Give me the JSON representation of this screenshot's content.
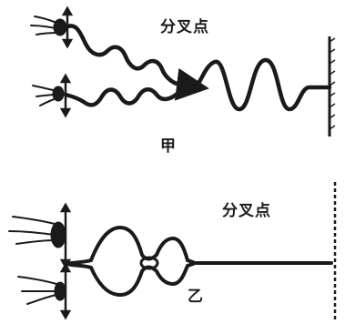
{
  "diagram_a": {
    "fork_label": "分叉点",
    "caption": "甲"
  },
  "diagram_b": {
    "fork_label": "分叉点",
    "caption": "乙"
  },
  "colors": {
    "ink": "#1a1a1a",
    "background": "#ffffff"
  }
}
